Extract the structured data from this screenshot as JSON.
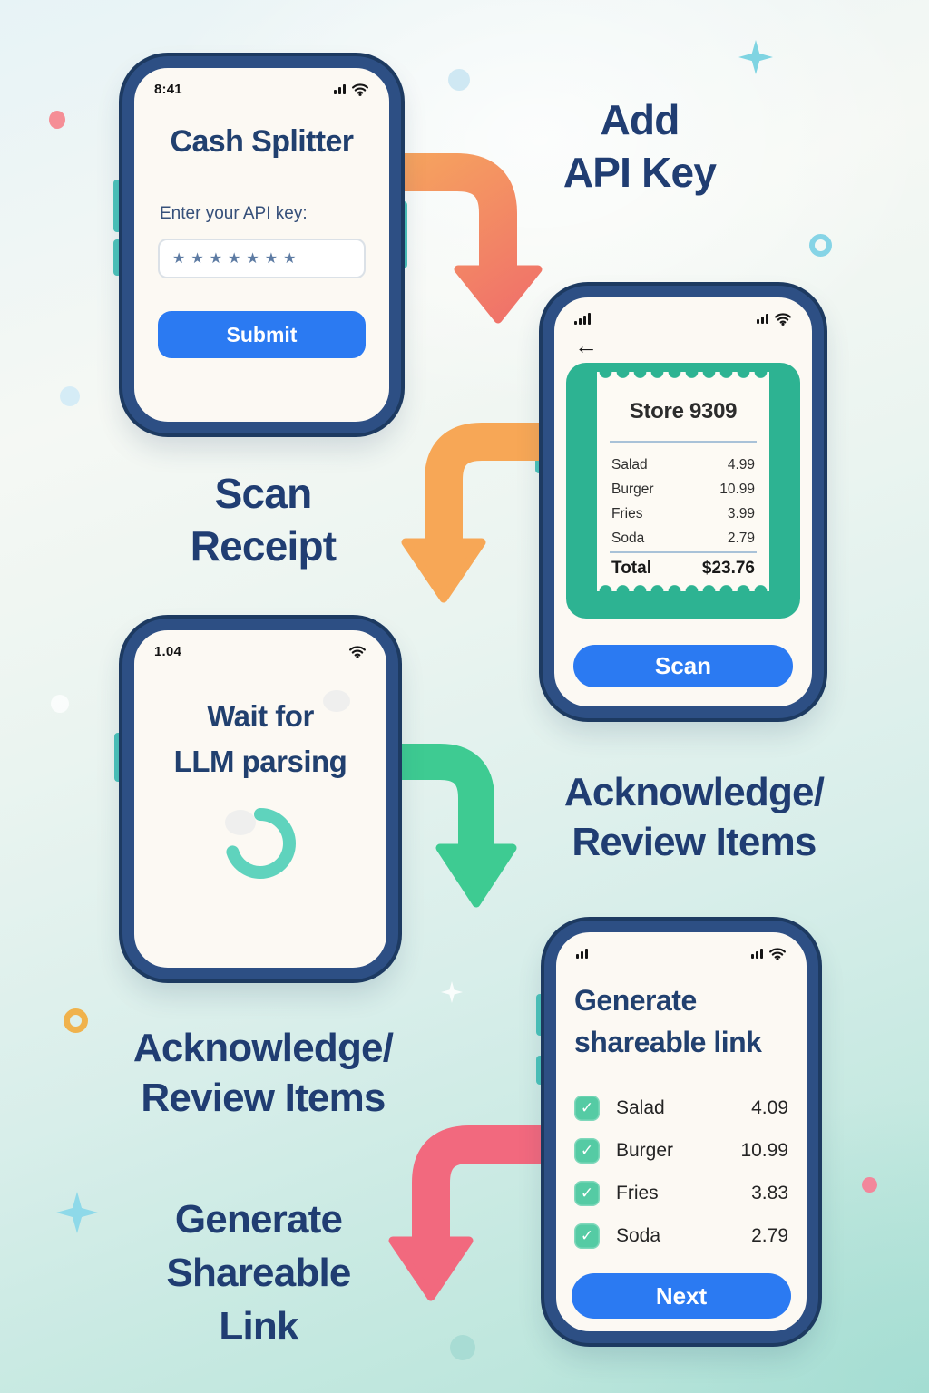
{
  "colors": {
    "navy_text": "#203d72",
    "primary_blue": "#2b7af2",
    "receipt_green": "#2db392",
    "checkbox_green": "#55cba4",
    "spinner_teal": "#5fd3bd",
    "arrow_orange_gradient_start": "#f6a55e",
    "arrow_orange_gradient_end": "#f0716a",
    "arrow_light_orange": "#f7a756",
    "arrow_green": "#3ecb92",
    "arrow_pink": "#f2697e",
    "phone_frame": "#2d4f84"
  },
  "steps": {
    "add_api_key": {
      "lines": [
        "Add",
        "API Key"
      ]
    },
    "scan_receipt": {
      "lines": [
        "Scan",
        "Receipt"
      ]
    },
    "review_items_right": {
      "lines": [
        "Acknowledge/",
        "Review Items"
      ]
    },
    "review_items_left": {
      "lines": [
        "Acknowledge/",
        "Review Items"
      ]
    },
    "generate_link": {
      "lines": [
        "Generate",
        "Shareable",
        "Link"
      ]
    }
  },
  "phone1": {
    "status_time": "8:41",
    "title": "Cash Splitter",
    "api_key_label": "Enter your API key:",
    "api_key_masked": "★★★★★★★",
    "submit_label": "Submit"
  },
  "phone2": {
    "back_icon": "←",
    "store_name": "Store 9309",
    "items": [
      {
        "name": "Salad",
        "price": "4.99"
      },
      {
        "name": "Burger",
        "price": "10.99"
      },
      {
        "name": "Fries",
        "price": "3.99"
      },
      {
        "name": "Soda",
        "price": "2.79"
      }
    ],
    "total_label": "Total",
    "total_value": "$23.76",
    "scan_label": "Scan"
  },
  "phone3": {
    "status_time": "1.04",
    "title_lines": [
      "Wait for",
      "LLM parsing"
    ]
  },
  "phone4": {
    "title_lines": [
      "Generate",
      "shareable link"
    ],
    "check_icon": "✓",
    "items": [
      {
        "name": "Salad",
        "price": "4.09",
        "checked": true
      },
      {
        "name": "Burger",
        "price": "10.99",
        "checked": true
      },
      {
        "name": "Fries",
        "price": "3.83",
        "checked": true
      },
      {
        "name": "Soda",
        "price": "2.79",
        "checked": true
      }
    ],
    "next_label": "Next"
  }
}
